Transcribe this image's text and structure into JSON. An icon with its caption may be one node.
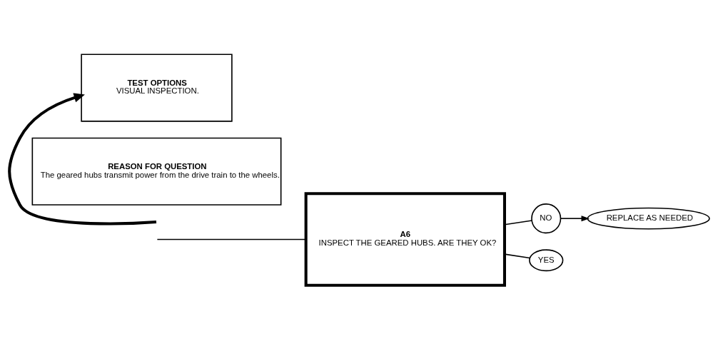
{
  "diagram": {
    "nodes": [
      {
        "text": [
          "A6",
          "INSPECT THE GEARED HUBS. ARE THEY OK?"
        ]
      },
      {
        "text": [
          "TEST OPTIONS",
          "VISUAL INSPECTION."
        ]
      },
      {
        "text": [
          "REASON FOR QUESTION",
          "The geared hubs transmit power from the drive train to the wheels."
        ]
      },
      {
        "text": [
          "NO"
        ]
      },
      {
        "text": [
          "REPLACE AS NEEDED"
        ]
      },
      {
        "text": [
          "YES"
        ]
      }
    ],
    "edges": [
      {
        "from": null,
        "to": 0,
        "arrow": "none"
      },
      {
        "from": null,
        "to": 1,
        "arrow": "to",
        "style": "thick"
      },
      {
        "from": 0,
        "to": 3,
        "arrow": "none"
      },
      {
        "from": 3,
        "to": 4,
        "arrow": "to"
      },
      {
        "from": 0,
        "to": 5,
        "arrow": "none"
      }
    ]
  }
}
